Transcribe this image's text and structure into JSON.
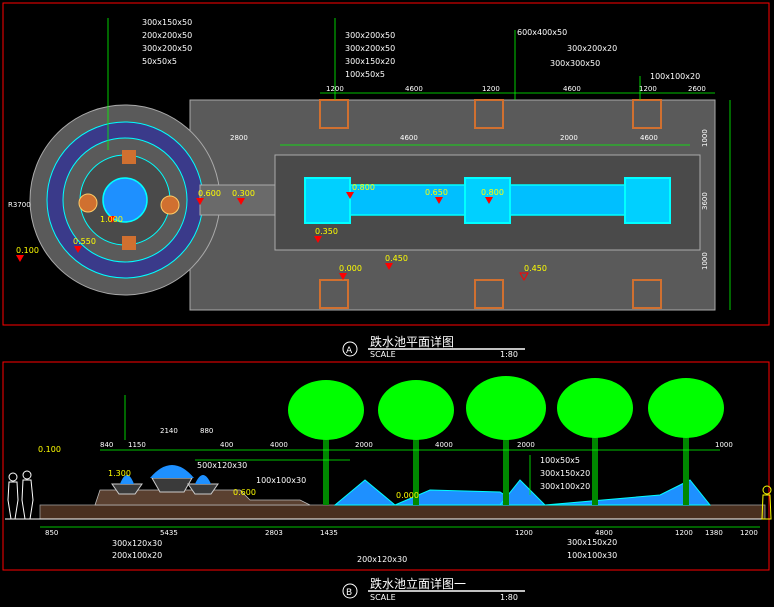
{
  "colors": {
    "background": "#000000",
    "frame": "#ff0000",
    "paving": "#808080",
    "water": "#00aaff",
    "planter_edge": "#00ffff",
    "dimension": "#00ff00",
    "elevation_marker": "#ff0000",
    "palm": "#00ff00",
    "column": "#d07030"
  },
  "plan": {
    "title": "跌水池平面详图",
    "marker": "A",
    "scale_label": "SCALE",
    "scale_value": "1:80",
    "radius_label": "R3700",
    "notes": [
      "300x150x50",
      "200x200x50",
      "300x200x50",
      "50x50x5",
      "300x200x50",
      "300x200x50",
      "300x150x20",
      "100x50x5",
      "600x400x50",
      "300x200x20",
      "300x300x50",
      "100x100x20"
    ],
    "top_dims": [
      "1200",
      "4600",
      "1200",
      "4600",
      "1200",
      "2600"
    ],
    "inner_dims": [
      "2800",
      "4600",
      "2000",
      "4600"
    ],
    "side_dims": [
      "1000",
      "3600",
      "1000"
    ],
    "elevations": [
      "0.800",
      "0.600",
      "1.000",
      "0.300",
      "0.550",
      "0.100",
      "0.800",
      "0.650",
      "0.350",
      "0.450",
      "0.000",
      "0.450"
    ]
  },
  "elevation_view": {
    "title": "跌水池立面详图一",
    "marker": "B",
    "scale_label": "SCALE",
    "scale_value": "1:80",
    "top_dims": [
      "840",
      "1150",
      "2140",
      "880",
      "400",
      "4000",
      "2000",
      "4000",
      "2000",
      "1000"
    ],
    "bottom_dims": [
      "850",
      "5435",
      "2803",
      "1435",
      "1200",
      "4800",
      "1200",
      "1380",
      "1200"
    ],
    "notes": [
      "500x120x30",
      "100x100x30",
      "100x50x5",
      "300x150x20",
      "300x100x20",
      "300x120x30",
      "200x100x20",
      "200x120x30",
      "300x150x20",
      "100x100x30"
    ],
    "level_labels": [
      "0.100",
      "1.300",
      "0.600",
      "0.000"
    ]
  }
}
